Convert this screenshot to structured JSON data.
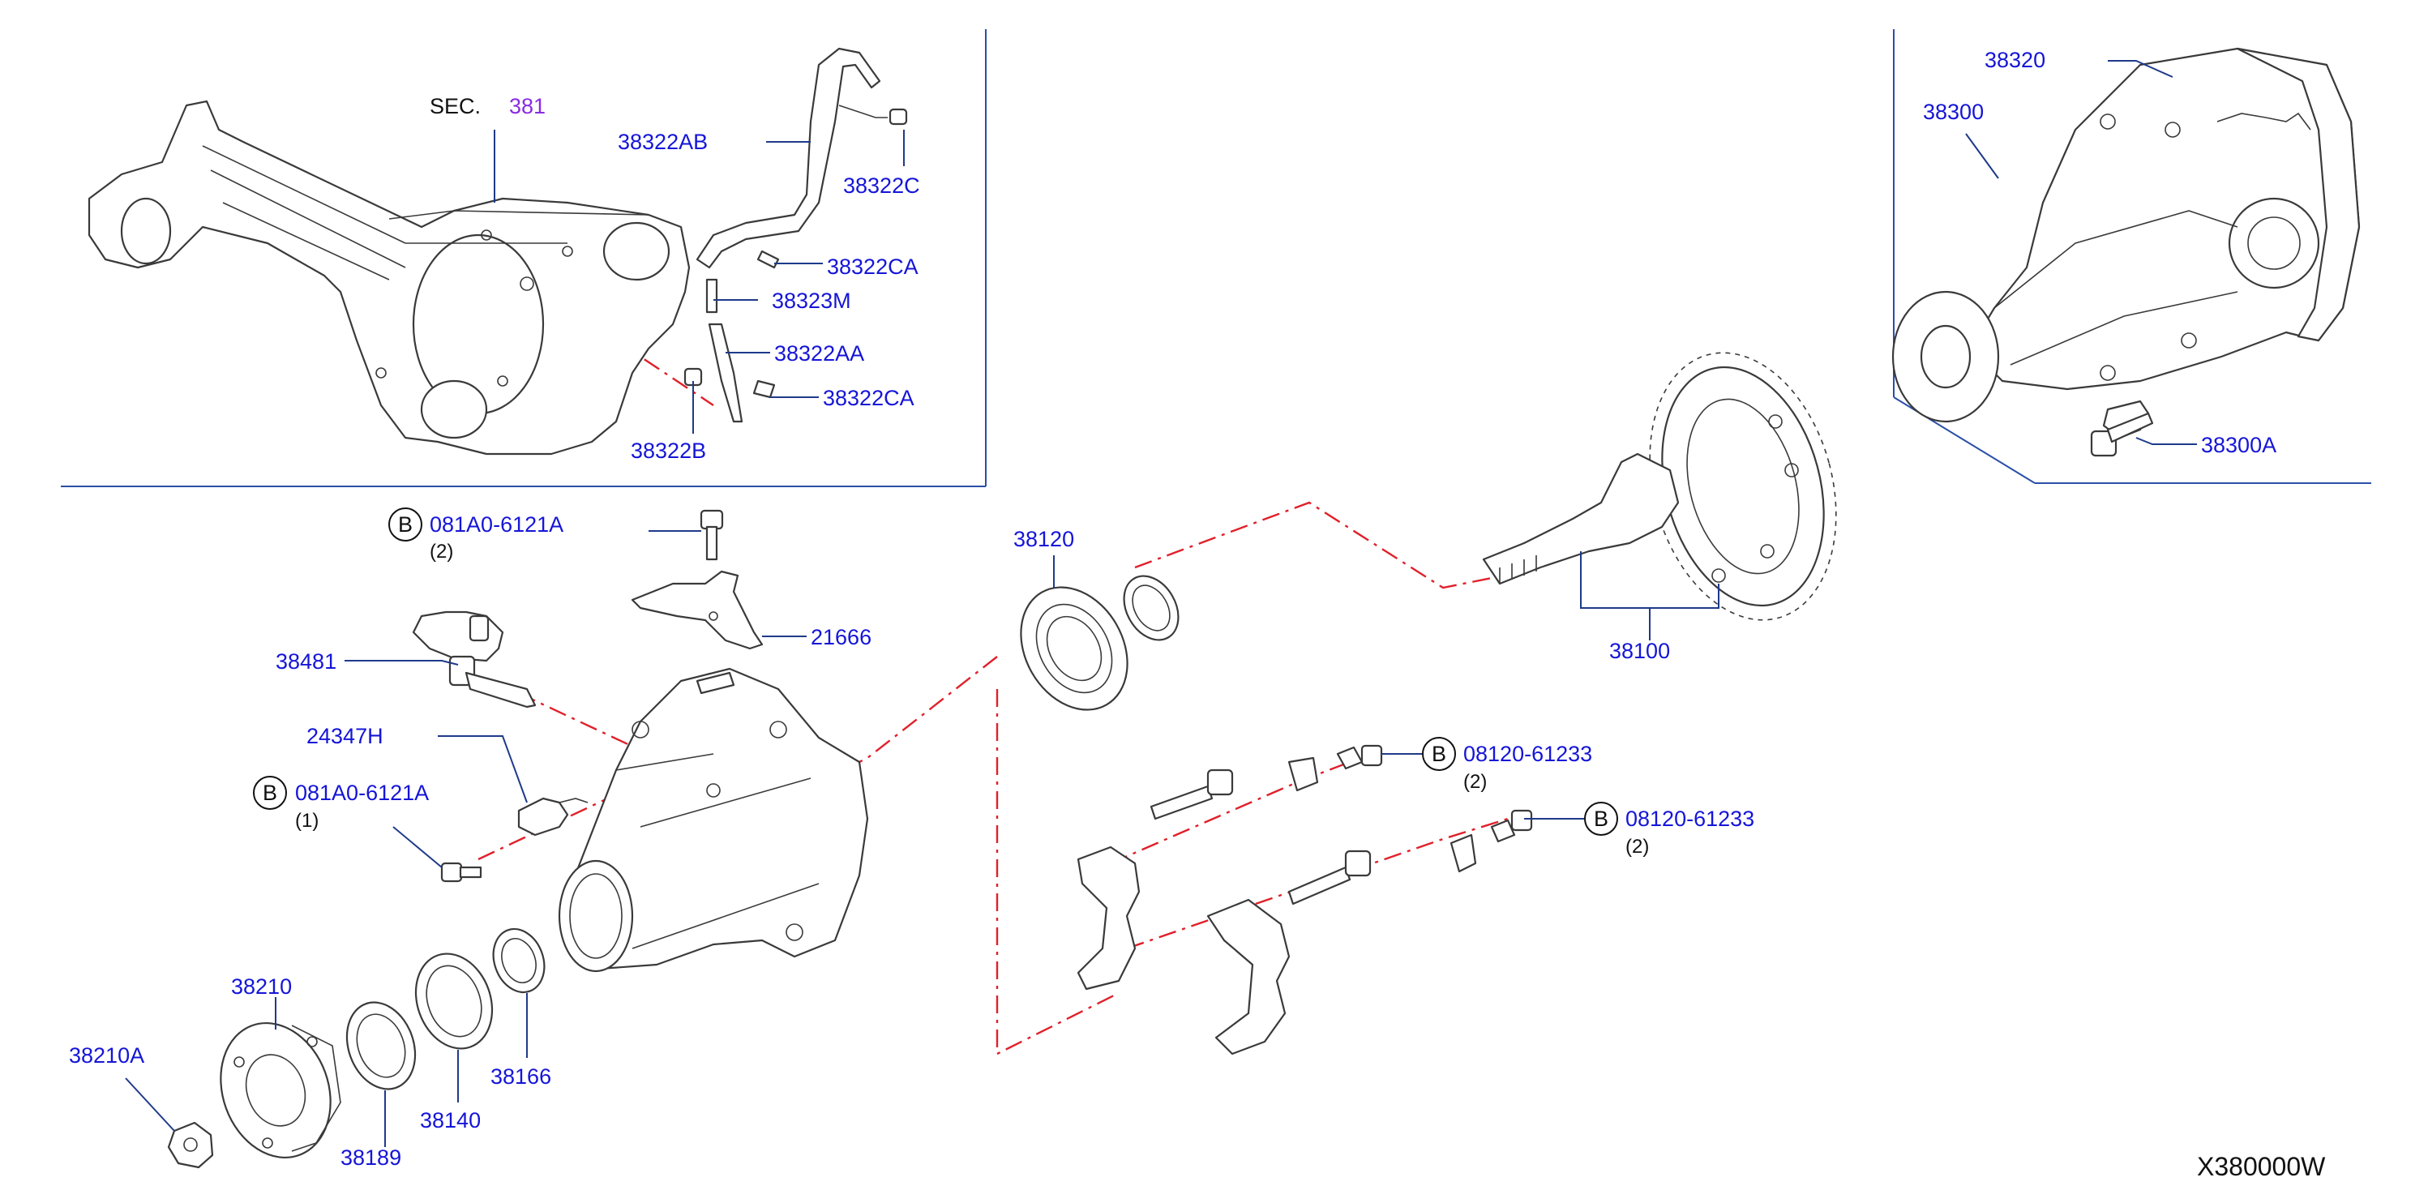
{
  "diagram": {
    "section_ref": {
      "prefix": "SEC.",
      "number": "381"
    },
    "diagram_code": "X380000W",
    "colors": {
      "part_number": "#1515d8",
      "section_number": "#8a2be2",
      "leader": "#1e3a8a",
      "centerline": "#e0202a",
      "frame": "#2a4fa8"
    },
    "parts": {
      "p38322AB": "38322AB",
      "p38322C": "38322C",
      "p38322CA_1": "38322CA",
      "p38323M": "38323M",
      "p38322AA": "38322AA",
      "p38322CA_2": "38322CA",
      "p38322B": "38322B",
      "p38320": "38320",
      "p38300": "38300",
      "p38300A": "38300A",
      "p081A0_2": "081A0-6121A",
      "p081A0_1": "081A0-6121A",
      "p21666": "21666",
      "p38481": "38481",
      "p24347H": "24347H",
      "p38120": "38120",
      "p38100": "38100",
      "p08120_a": "08120-61233",
      "p08120_b": "08120-61233",
      "p38210": "38210",
      "p38210A": "38210A",
      "p38189": "38189",
      "p38140": "38140",
      "p38166": "38166"
    },
    "bolt_marker": "B",
    "quantities": {
      "q081A0_2": "(2)",
      "q081A0_1": "(1)",
      "q08120_a": "(2)",
      "q08120_b": "(2)"
    }
  }
}
